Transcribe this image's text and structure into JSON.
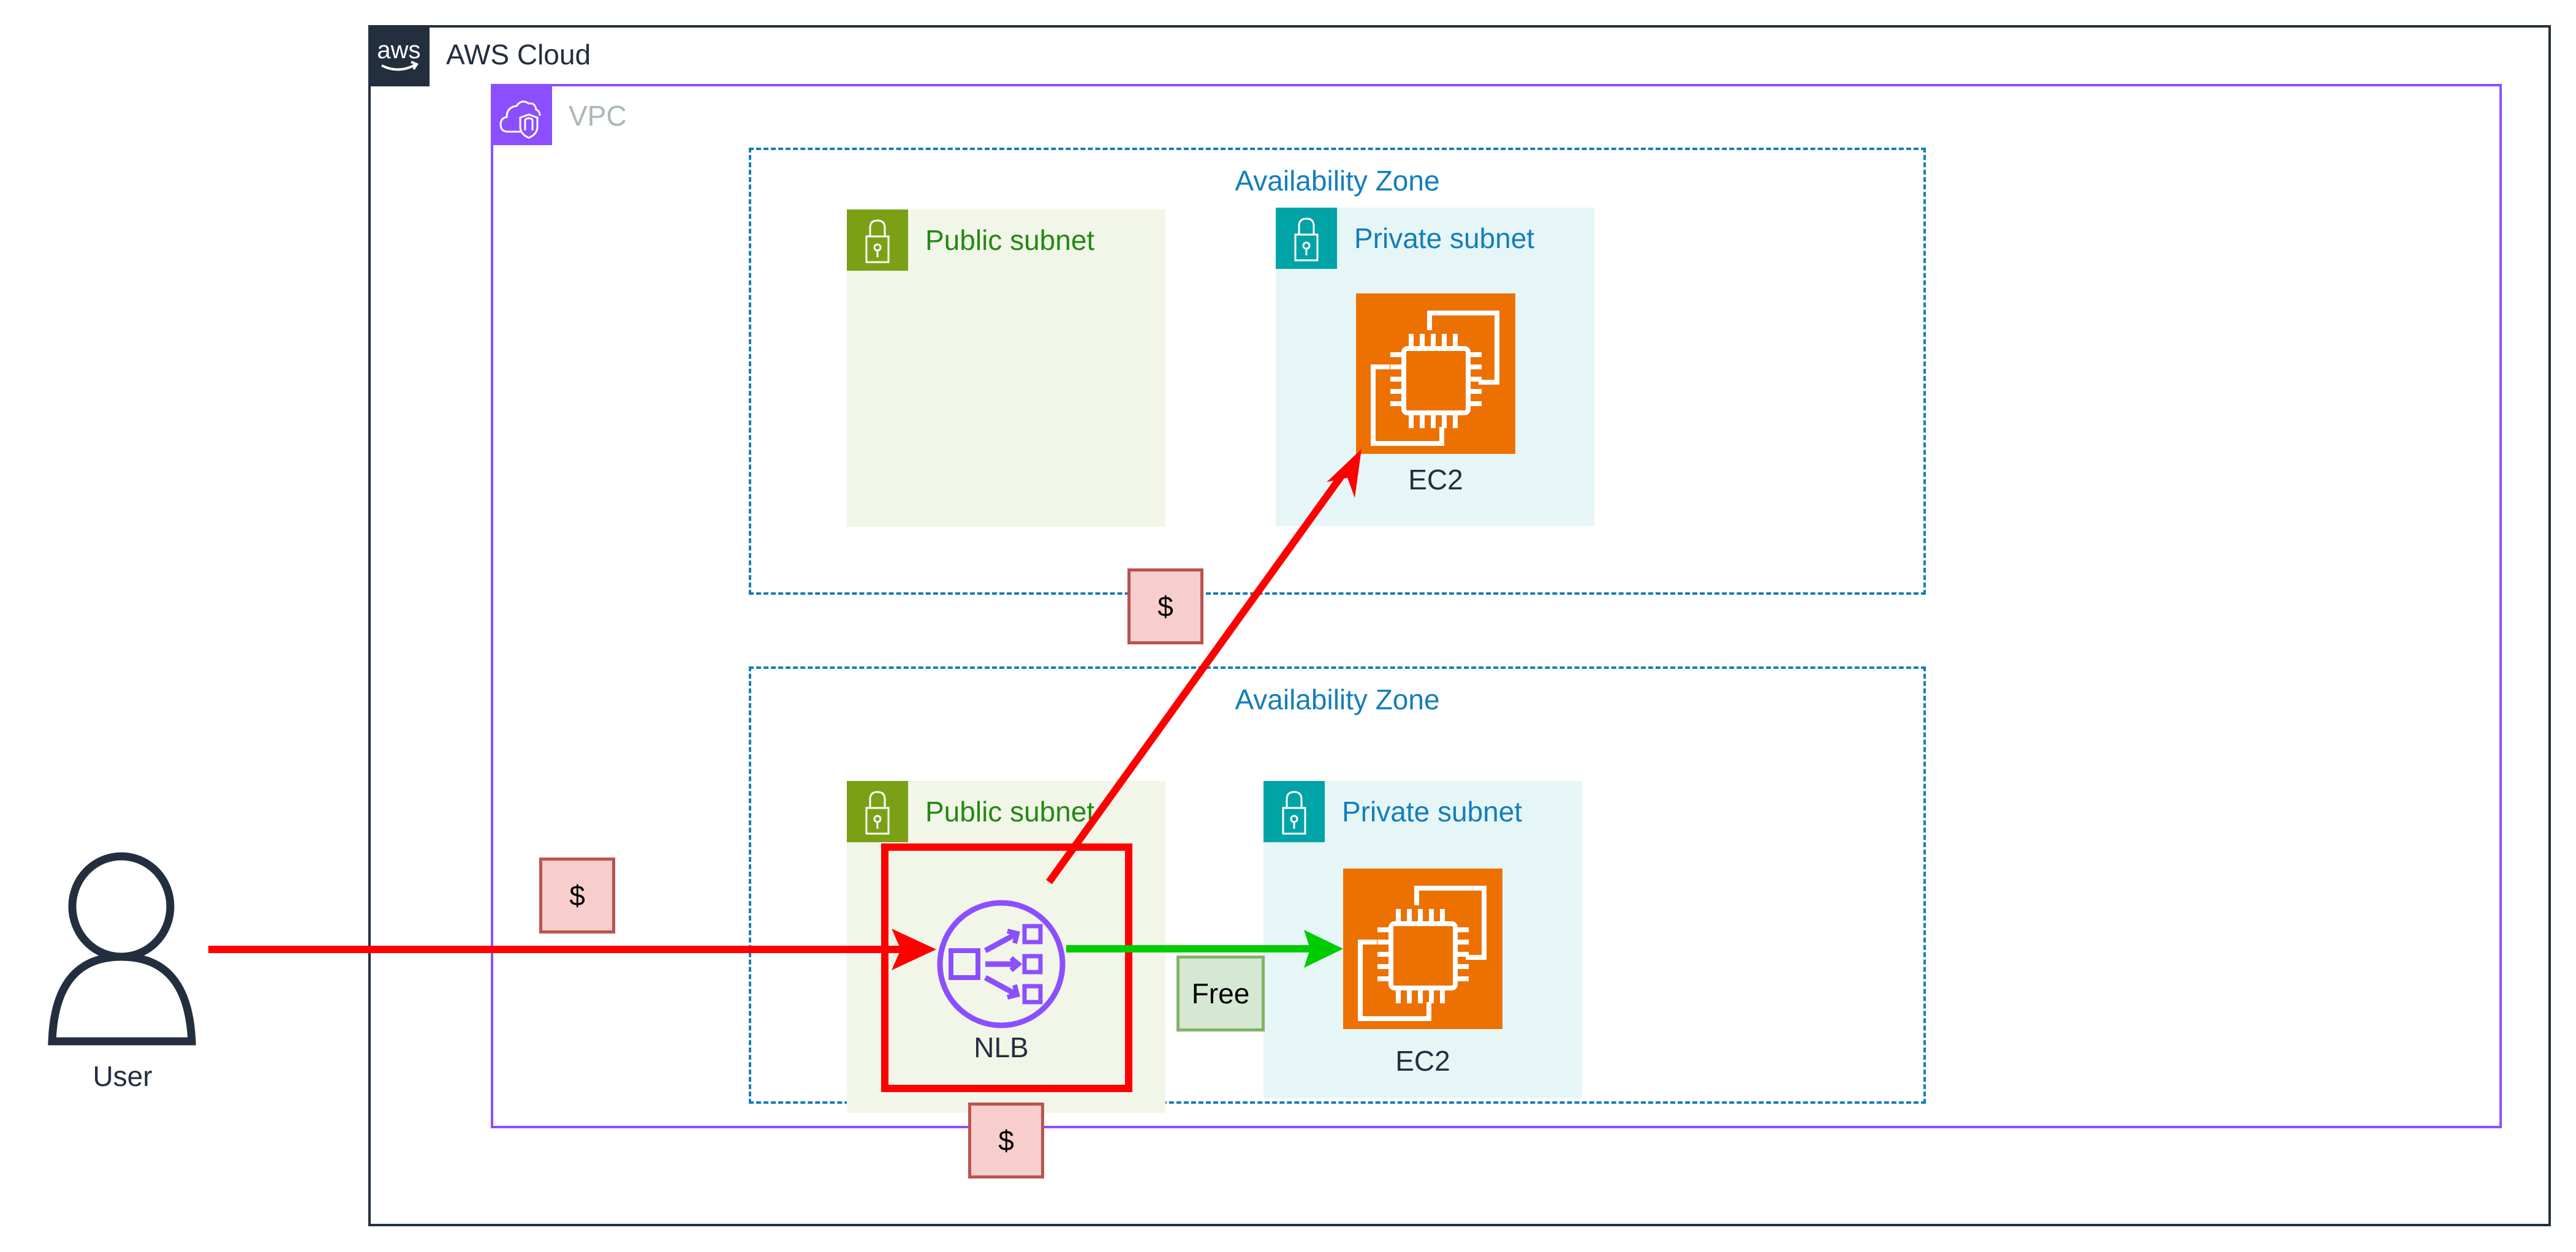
{
  "diagram": {
    "aws_cloud": {
      "title": "AWS Cloud",
      "icon": "aws-logo-icon",
      "color": "#232f3e"
    },
    "vpc": {
      "title": "VPC",
      "icon": "vpc-cloud-shield-icon",
      "color": "#8c4fff"
    },
    "availability_zones": [
      {
        "title": "Availability Zone",
        "public_subnet": {
          "label": "Public subnet",
          "icon": "lock-icon"
        },
        "private_subnet": {
          "label": "Private subnet",
          "icon": "lock-icon",
          "node": {
            "label": "EC2",
            "icon": "ec2-instance-icon"
          }
        }
      },
      {
        "title": "Availability Zone",
        "public_subnet": {
          "label": "Public subnet",
          "icon": "lock-icon",
          "node": {
            "label": "NLB",
            "icon": "network-load-balancer-icon"
          }
        },
        "private_subnet": {
          "label": "Private subnet",
          "icon": "lock-icon",
          "node": {
            "label": "EC2",
            "icon": "ec2-instance-icon"
          }
        }
      }
    ],
    "user": {
      "label": "User",
      "icon": "user-icon"
    },
    "cost_badges": [
      {
        "label": "$",
        "meaning": "charged",
        "position": "user-to-nlb"
      },
      {
        "label": "$",
        "meaning": "charged",
        "position": "cross-az"
      },
      {
        "label": "$",
        "meaning": "charged",
        "position": "below-nlb"
      }
    ],
    "free_badge": {
      "label": "Free"
    },
    "connections": [
      {
        "from": "User",
        "to": "NLB",
        "color": "#ff0000"
      },
      {
        "from": "NLB",
        "to": "EC2 (AZ 1)",
        "color": "#ff0000"
      },
      {
        "from": "NLB",
        "to": "EC2 (AZ 2)",
        "color": "#00cc00"
      }
    ],
    "colors": {
      "public_subnet": "#7aa116",
      "private_subnet": "#00a4a6",
      "az_border": "#147eba",
      "ec2": "#ed7100",
      "nlb": "#8c4fff",
      "cost_fill": "#f8cecc",
      "free_fill": "#d5e8d4"
    }
  }
}
